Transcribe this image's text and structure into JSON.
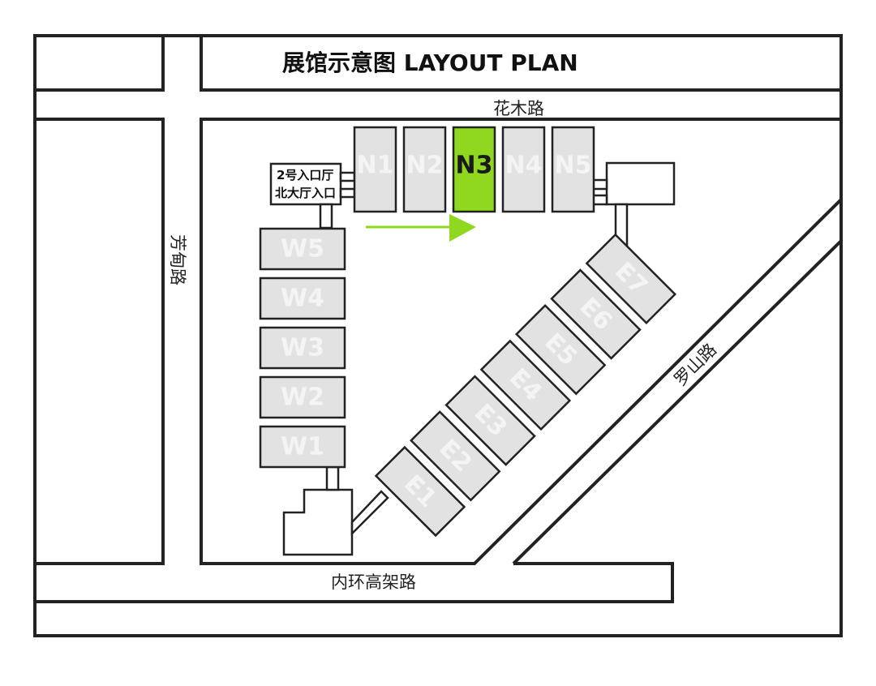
{
  "title": "展馆示意图  LAYOUT  PLAN",
  "roads": {
    "north": "花木路",
    "west": "芳甸路",
    "east": "罗山路",
    "south": "内环高架路"
  },
  "entrance": {
    "line1": "2号入口厅",
    "line2": "北大厅入口"
  },
  "halls": {
    "north": [
      {
        "label": "N1",
        "highlighted": false
      },
      {
        "label": "N2",
        "highlighted": false
      },
      {
        "label": "N3",
        "highlighted": true
      },
      {
        "label": "N4",
        "highlighted": false
      },
      {
        "label": "N5",
        "highlighted": false
      }
    ],
    "west": [
      "W5",
      "W4",
      "W3",
      "W2",
      "W1"
    ],
    "east": [
      "E1",
      "E2",
      "E3",
      "E4",
      "E5",
      "E6",
      "E7"
    ]
  },
  "colors": {
    "hall_fill": "#e2e2e2",
    "hall_label": "#f4f4f4",
    "highlight_fill": "#8fd81f",
    "highlight_label": "#1a1a1a",
    "arrow": "#8fd81f",
    "outline": "#222222"
  }
}
